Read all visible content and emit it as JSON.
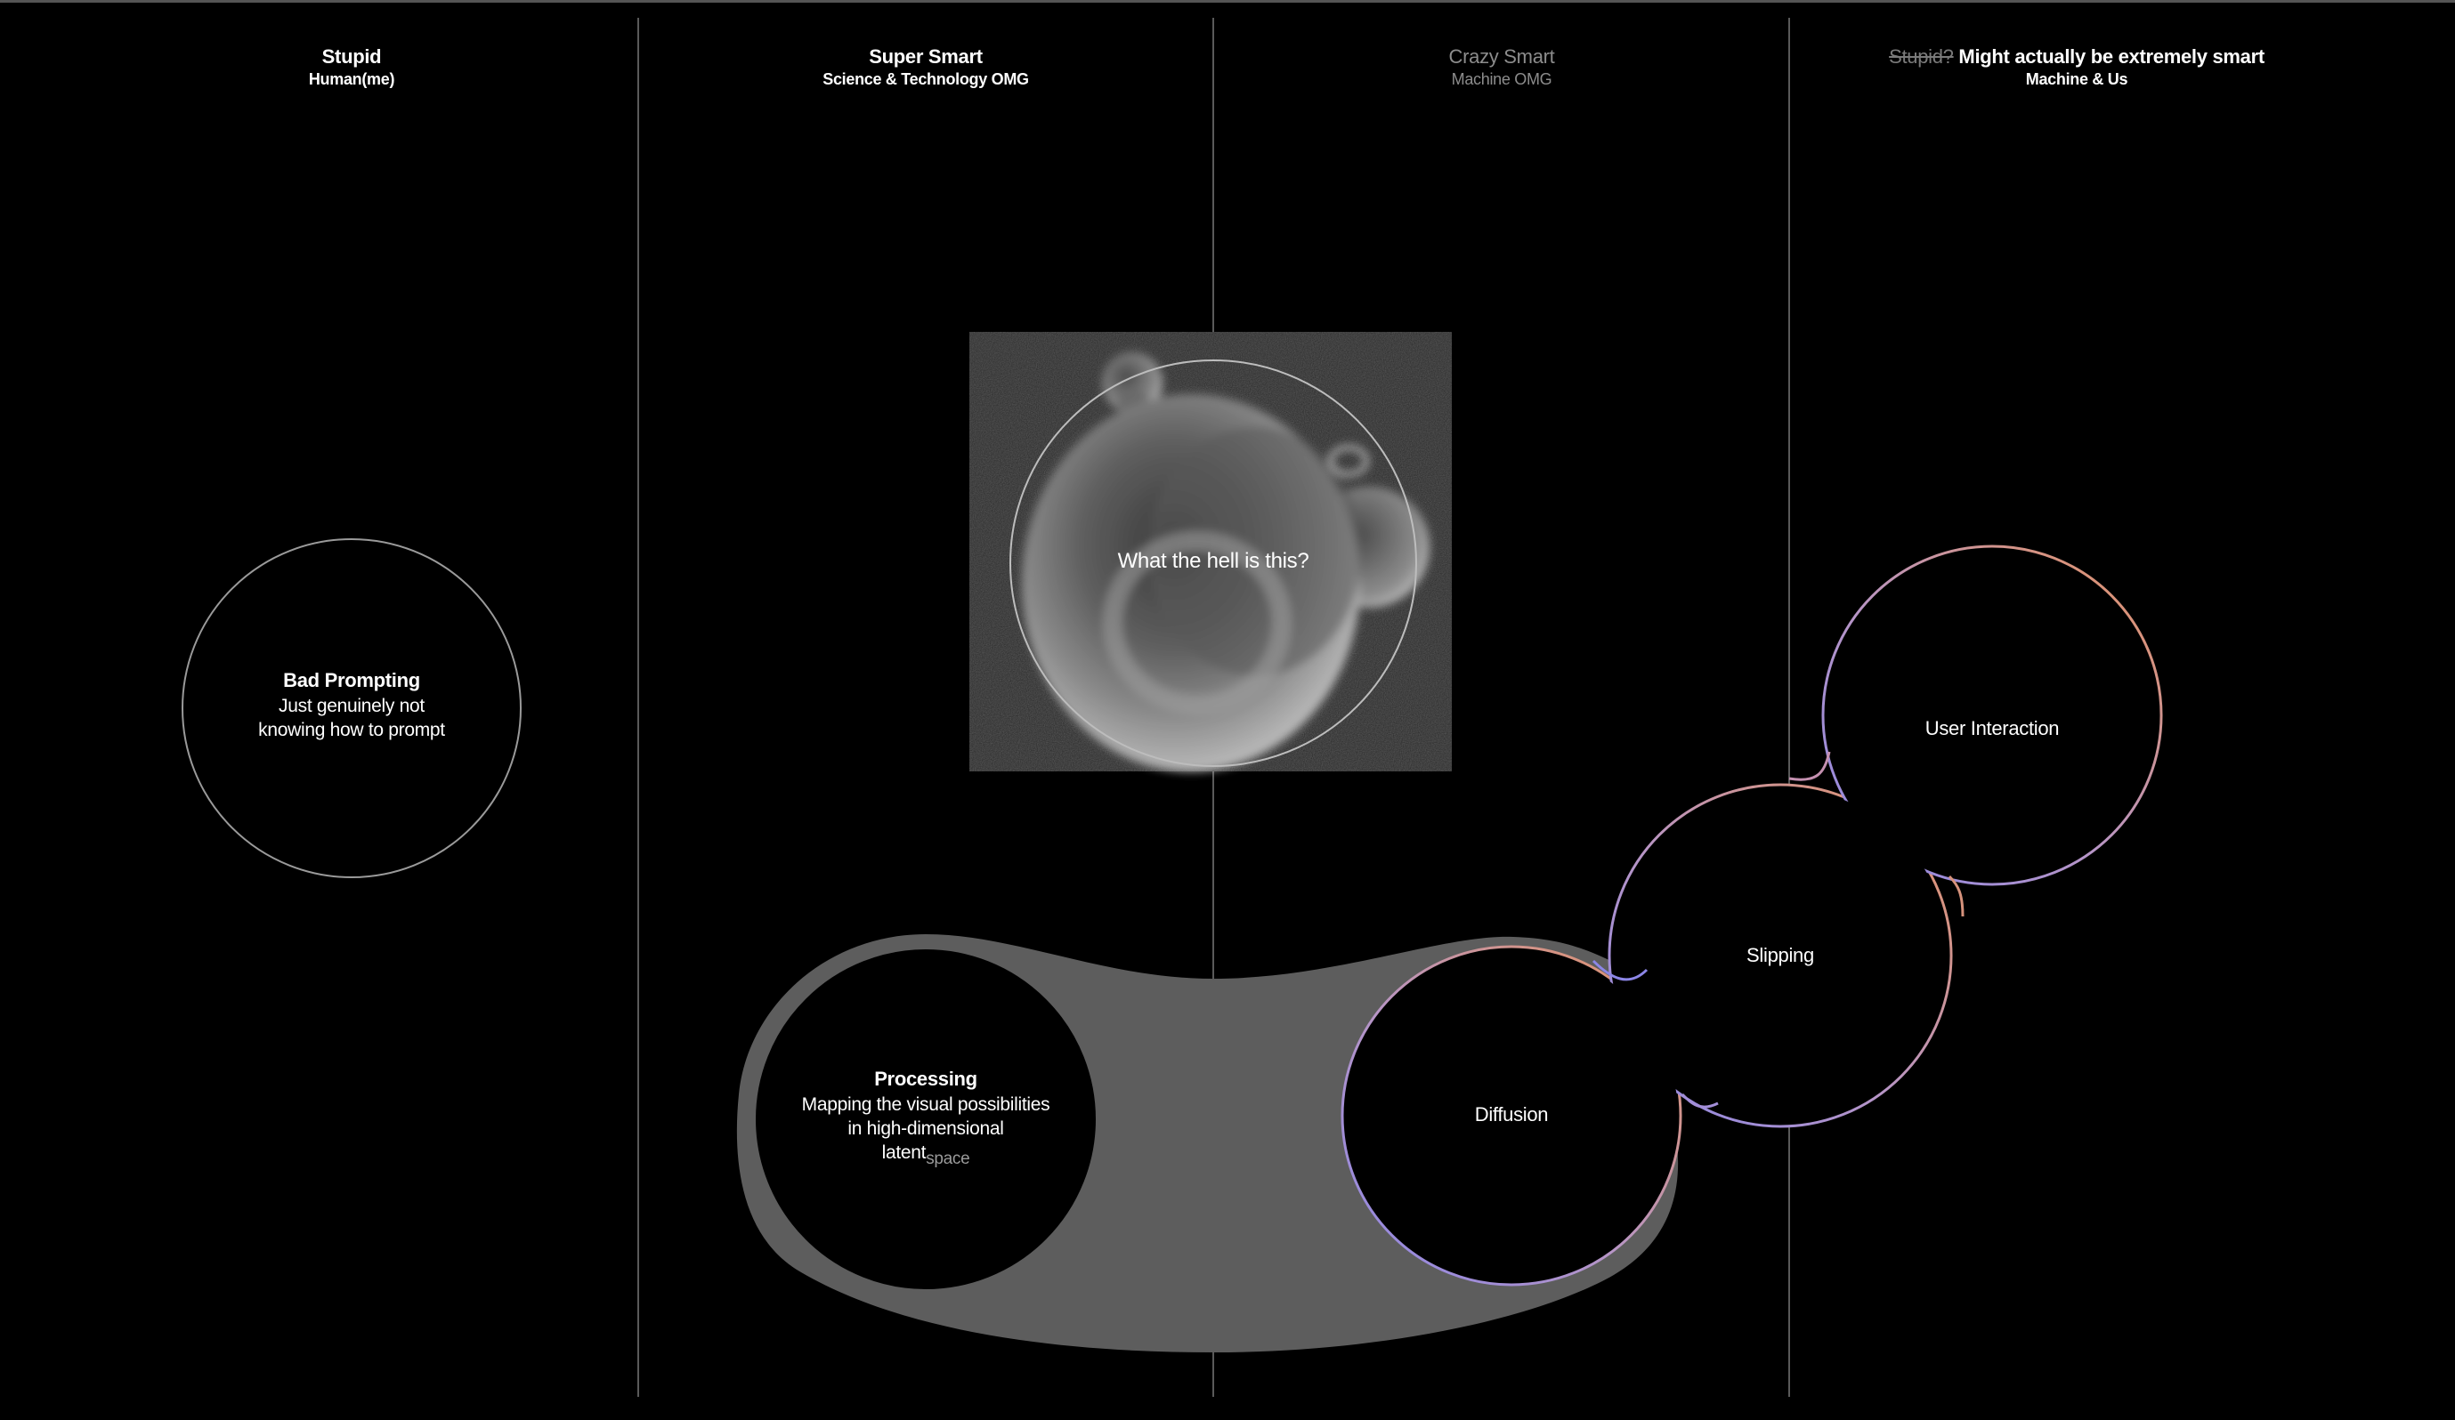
{
  "columns": [
    {
      "title": "Stupid",
      "subtitle": "Human(me)"
    },
    {
      "title": "Super Smart",
      "subtitle": "Science & Technology OMG"
    },
    {
      "title": "Crazy Smart",
      "subtitle": "Machine OMG"
    },
    {
      "title_struck": "Stupid?",
      "title": "Might actually be extremely smart",
      "subtitle": "Machine & Us"
    }
  ],
  "nodes": {
    "bad_prompting": {
      "title": "Bad Prompting",
      "desc_line1": "Just genuinely not",
      "desc_line2": "knowing how to prompt"
    },
    "blob_question": "What the hell is this?",
    "processing": {
      "title": "Processing",
      "desc_line1": "Mapping the visual possibilities",
      "desc_line2": "in high-dimensional",
      "desc_word": "latent",
      "desc_faded": "space"
    },
    "diffusion": "Diffusion",
    "slipping": "Slipping",
    "user_interaction": "User Interaction"
  },
  "colors": {
    "background": "#000000",
    "divider": "#5a5a5a",
    "bridge_fill": "#5d5d5d",
    "diffusion_stroke": "#8c86e6",
    "interaction_stroke": "#e0926a"
  }
}
